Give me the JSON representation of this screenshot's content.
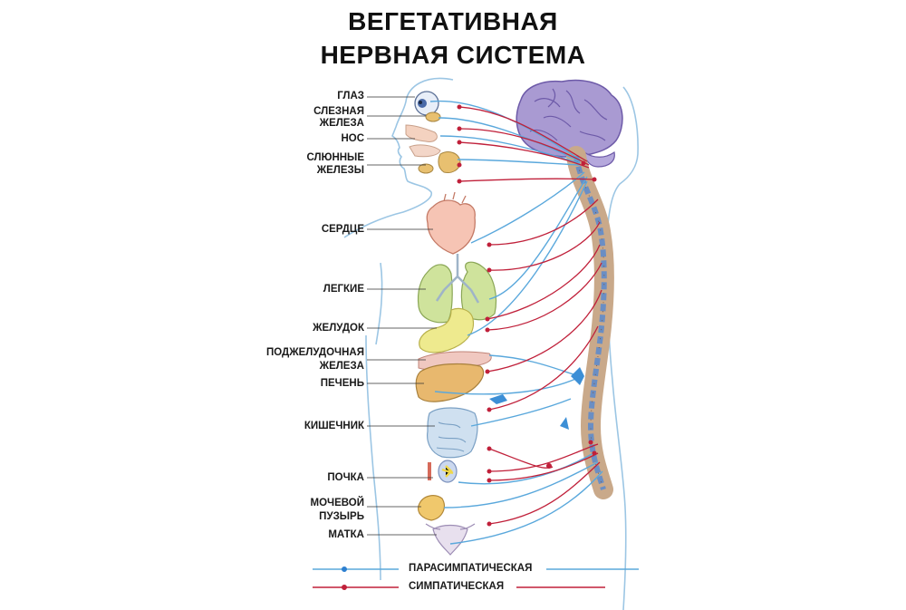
{
  "title": {
    "line1": "ВЕГЕТАТИВНАЯ",
    "line2": "НЕРВНАЯ СИСТЕМА"
  },
  "labels": {
    "eye": "ГЛАЗ",
    "lacrimal_1": "СЛЕЗНАЯ",
    "lacrimal_2": "ЖЕЛЕЗА",
    "nose": "НОС",
    "salivary_1": "СЛЮННЫЕ",
    "salivary_2": "ЖЕЛЕЗЫ",
    "heart": "СЕРДЦЕ",
    "lungs": "ЛЕГКИЕ",
    "stomach": "ЖЕЛУДОК",
    "pancreas_1": "ПОДЖЕЛУДОЧНАЯ",
    "pancreas_2": "ЖЕЛЕЗА",
    "liver": "ПЕЧЕНЬ",
    "intestine": "КИШЕЧНИК",
    "kidney": "ПОЧКА",
    "bladder_1": "МОЧЕВОЙ",
    "bladder_2": "ПУЗЫРЬ",
    "uterus": "МАТКА"
  },
  "legend": {
    "parasympathetic": "ПАРАСИМПАТИЧЕСКАЯ",
    "sympathetic": "СИМПАТИЧЕСКАЯ"
  },
  "colors": {
    "parasympathetic": "#5aa8dc",
    "sympathetic": "#c0203a",
    "body_outline": "#9cc6e4",
    "brain": "#a99ad2"
  }
}
